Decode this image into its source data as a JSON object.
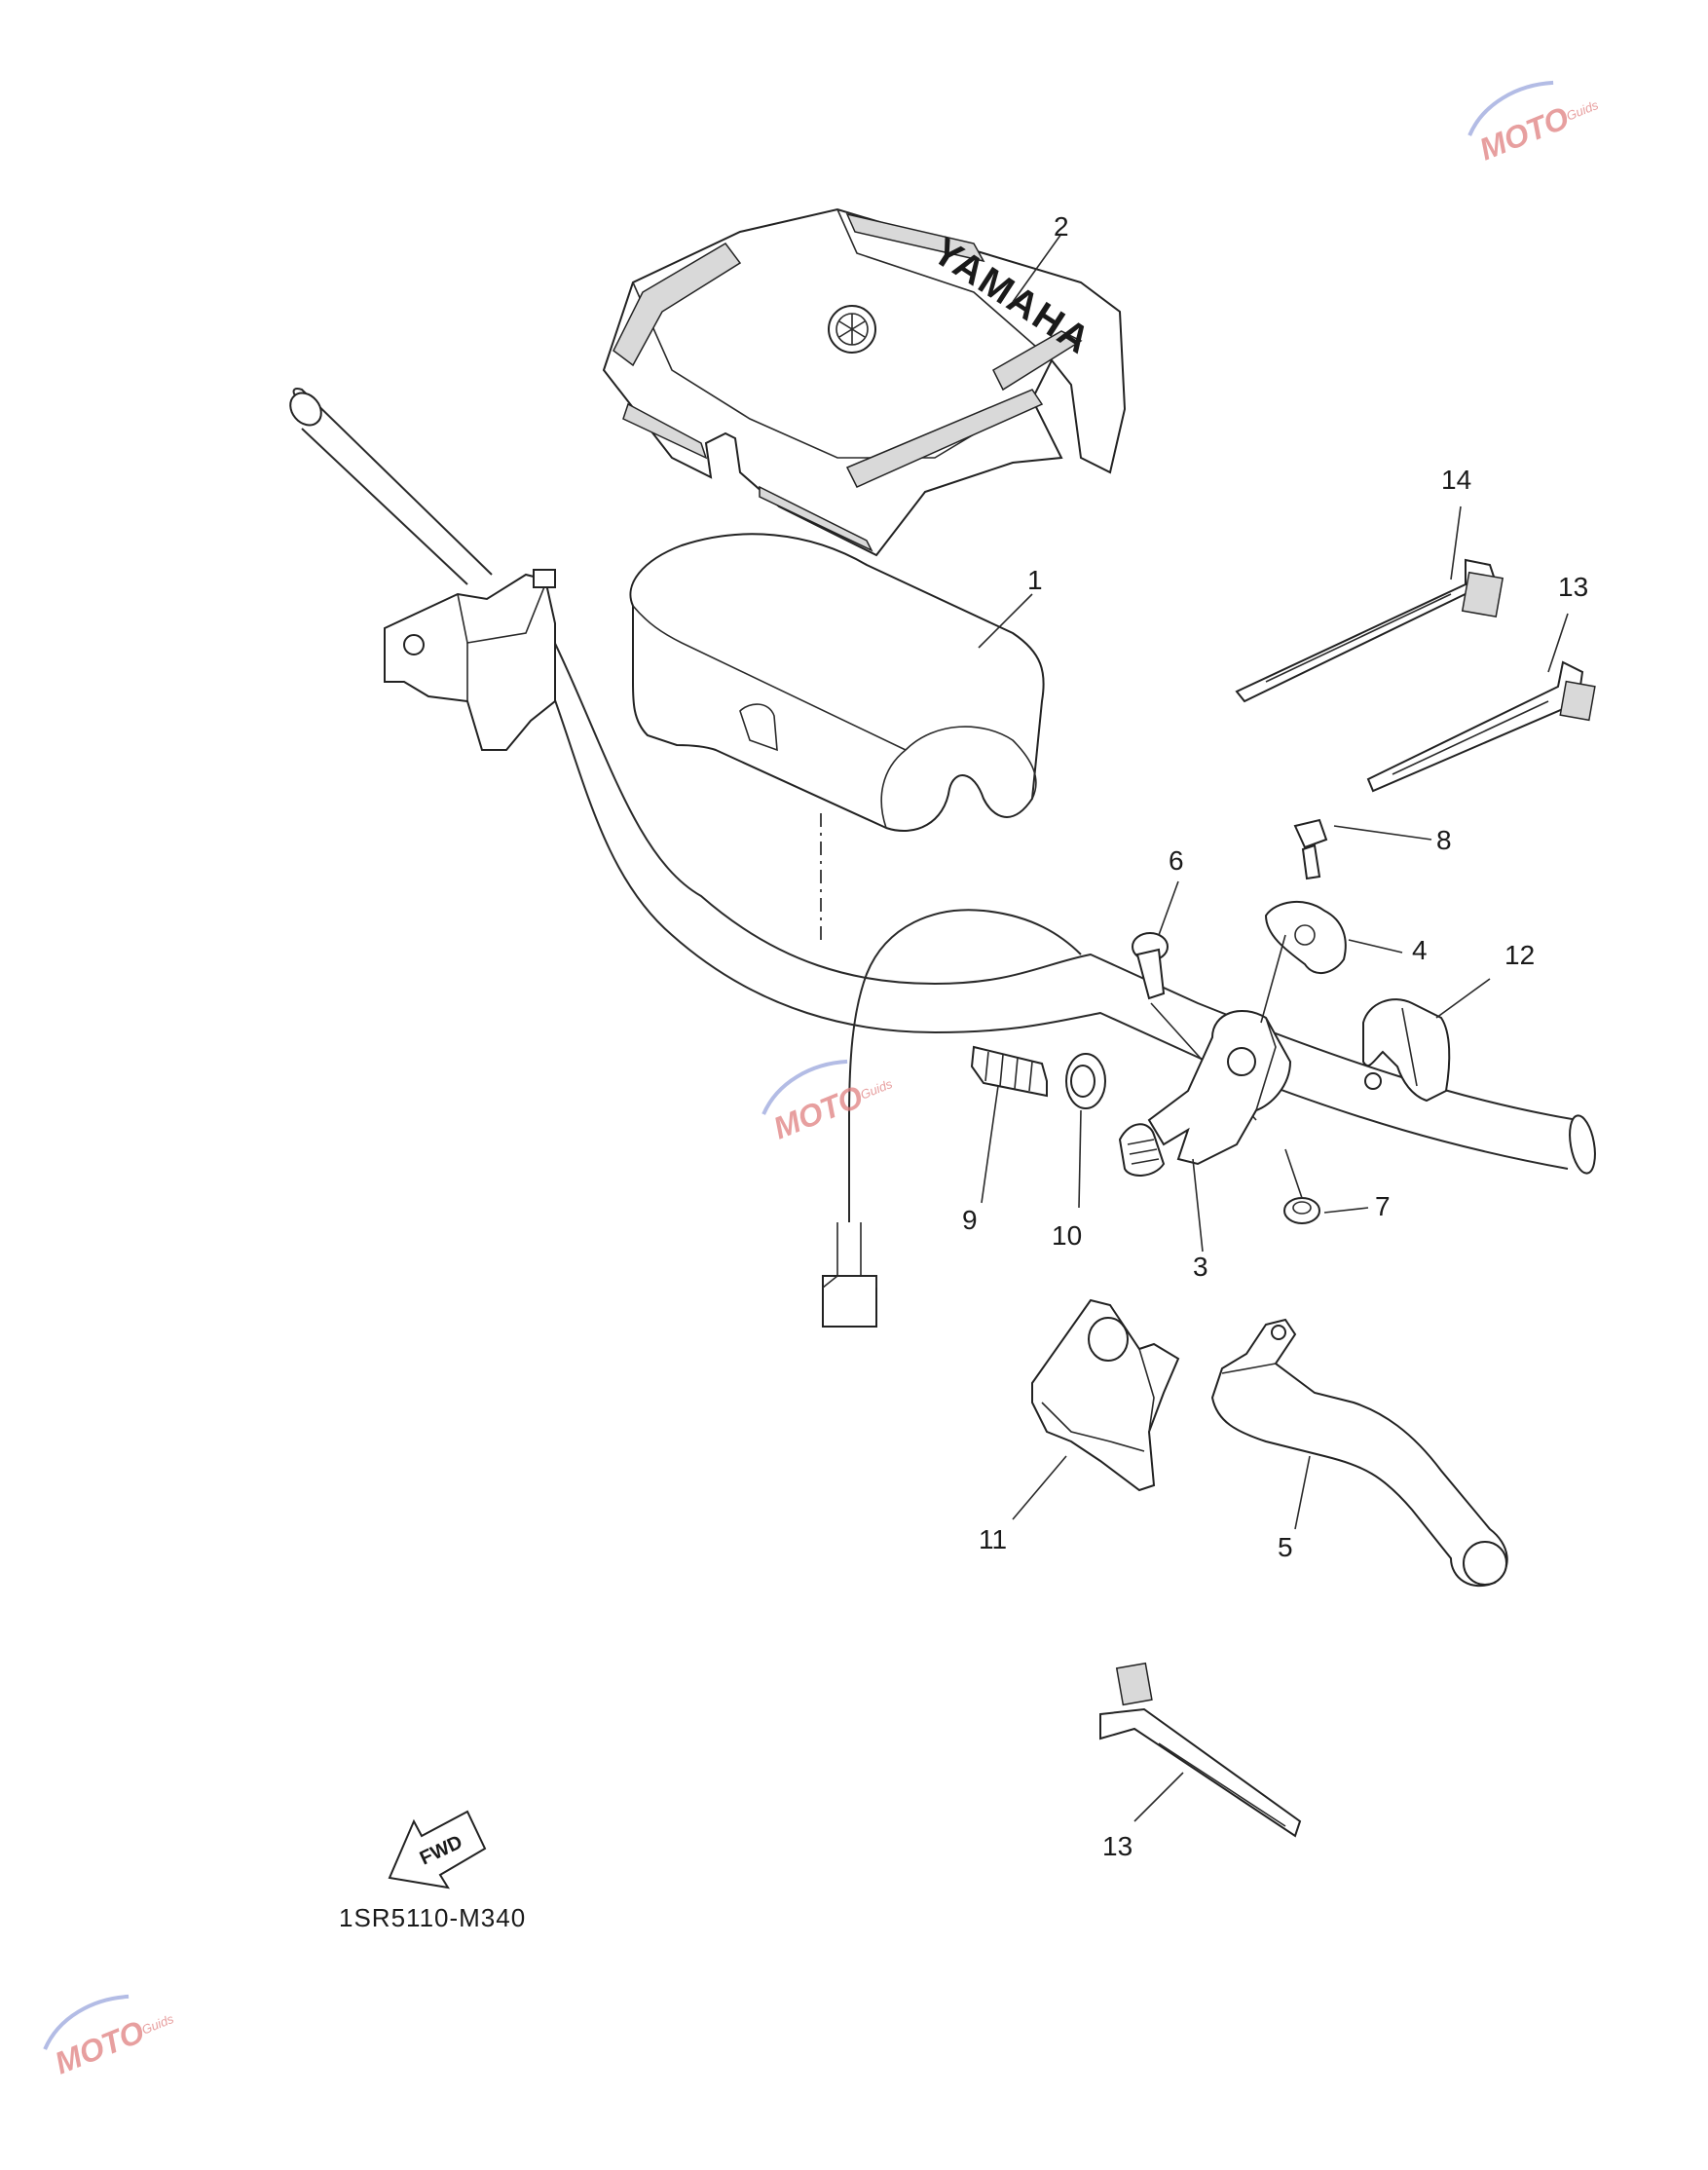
{
  "diagram": {
    "code": "1SR5110-M340",
    "fwd_label": "FWD",
    "brand_text": "YAMAHA",
    "callouts": [
      {
        "id": "c1",
        "label": "1"
      },
      {
        "id": "c2",
        "label": "2"
      },
      {
        "id": "c3",
        "label": "3"
      },
      {
        "id": "c4",
        "label": "4"
      },
      {
        "id": "c5",
        "label": "5"
      },
      {
        "id": "c6",
        "label": "6"
      },
      {
        "id": "c7",
        "label": "7"
      },
      {
        "id": "c8",
        "label": "8"
      },
      {
        "id": "c9",
        "label": "9"
      },
      {
        "id": "c10",
        "label": "10"
      },
      {
        "id": "c11",
        "label": "11"
      },
      {
        "id": "c12",
        "label": "12"
      },
      {
        "id": "c13a",
        "label": "13"
      },
      {
        "id": "c13b",
        "label": "13"
      },
      {
        "id": "c14",
        "label": "14"
      }
    ]
  },
  "watermark": {
    "logo_text": "MOTO",
    "sub_text": "Guids"
  },
  "colors": {
    "line": "#2a2a2a",
    "watermark_red": "#e08080",
    "watermark_blue": "#9aa6dd"
  }
}
